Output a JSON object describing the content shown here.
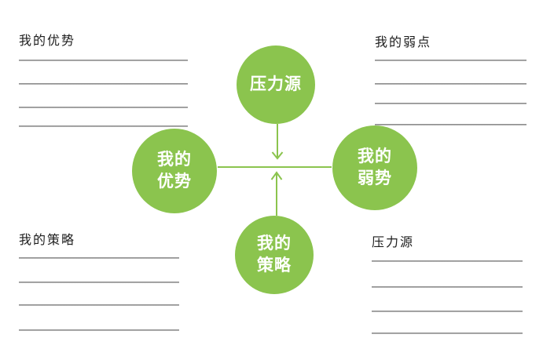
{
  "colors": {
    "accent_green": "#8bc44e",
    "writing_line_gray": "#9a9a9a",
    "label_text": "#1e1e1e",
    "circle_text": "#ffffff"
  },
  "corner_sections": {
    "top_left": {
      "label": "我的优势",
      "blank_lines": 4
    },
    "top_right": {
      "label": "我的弱点",
      "blank_lines": 4
    },
    "bottom_left": {
      "label": "我的策略",
      "blank_lines": 4
    },
    "bottom_right": {
      "label": "压力源",
      "blank_lines": 4
    }
  },
  "diagram": {
    "top_circle": {
      "line1": "压力源"
    },
    "left_circle": {
      "line1": "我的",
      "line2": "优势"
    },
    "right_circle": {
      "line1": "我的",
      "line2": "弱势"
    },
    "bottom_circle": {
      "line1": "我的",
      "line2": "策略"
    }
  }
}
